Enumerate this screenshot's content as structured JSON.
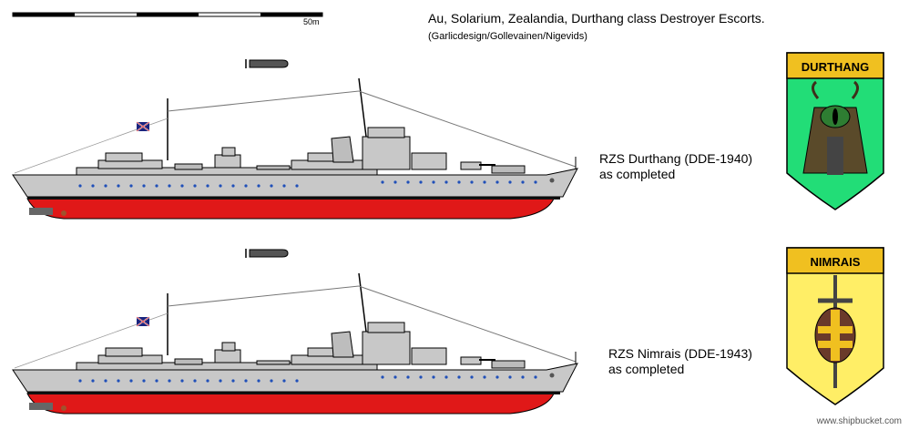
{
  "header": {
    "title": "Au, Solarium, Zealandia, Durthang class Destroyer Escorts.",
    "credit": "(Garlicdesign/Gollevainen/Nigevids)",
    "scale_label": "50m"
  },
  "ships": [
    {
      "name_line": "RZS Durthang (DDE-1940)",
      "status_line": "as completed",
      "emblem_text": "DURTHANG",
      "emblem_bg": "#22dd77"
    },
    {
      "name_line": "RZS Nimrais (DDE-1943)",
      "status_line": "as completed",
      "emblem_text": "NIMRAIS",
      "emblem_bg": "#ffee66"
    }
  ],
  "colors": {
    "hull_grey": "#c8c8c8",
    "hull_red": "#e01818",
    "emblem_banner": "#f0c020"
  },
  "watermark": "www.shipbucket.com"
}
